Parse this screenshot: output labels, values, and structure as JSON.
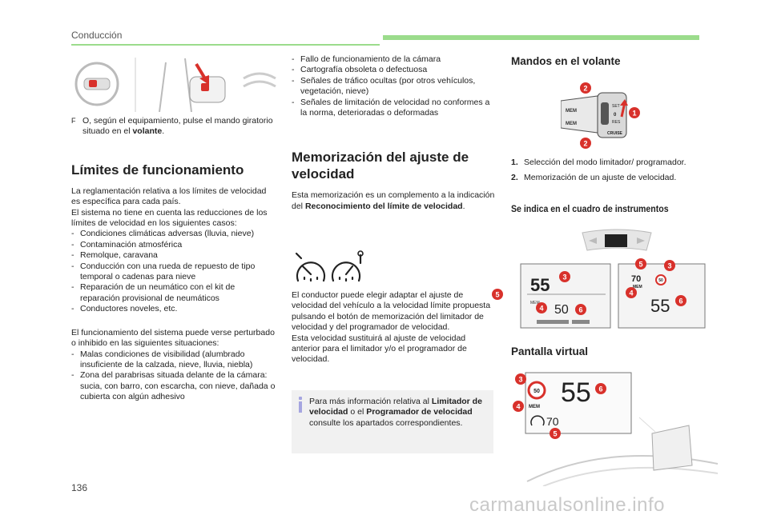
{
  "header": {
    "section": "Conducción"
  },
  "page_number": "136",
  "watermark": "carmanualsonline.info",
  "col1": {
    "bullet_pre": "O, según el equipamiento, pulse el mando giratorio situado en el ",
    "bullet_bold": "volante",
    "bullet_post": ".",
    "bullet_marker": "F",
    "title": "Límites de funcionamiento",
    "para1": "La reglamentación relativa a los límites de velocidad es específica para cada país.",
    "para2": "El sistema no tiene en cuenta las reducciones de los límites de velocidad en los siguientes casos:",
    "list1": [
      "Condiciones climáticas adversas (lluvia, nieve)",
      "Contaminación atmosférica",
      "Remolque, caravana",
      "Conducción con una rueda de repuesto de tipo temporal o cadenas para nieve",
      "Reparación de un neumático con el kit de reparación provisional de neumáticos",
      "Conductores noveles, etc."
    ],
    "para3": "El funcionamiento del sistema puede verse perturbado o inhibido en las siguientes situaciones:",
    "list2": [
      "Malas condiciones de visibilidad (alumbrado insuficiente de la calzada, nieve, lluvia, niebla)",
      "Zona del parabrisas situada delante de la cámara: sucia, con barro, con escarcha, con nieve, dañada o cubierta con algún adhesivo"
    ]
  },
  "col2": {
    "list": [
      "Fallo de funcionamiento de la cámara",
      "Cartografía obsoleta o defectuosa",
      "Señales de tráfico ocultas (por otros vehículos, vegetación, nieve)",
      "Señales de limitación de velocidad no conformes a la norma, deterioradas o deformadas"
    ],
    "title": "Memorización del ajuste de velocidad",
    "para1_pre": "Esta memorización es un complemento a la indicación del ",
    "para1_bold": "Reconocimiento del límite de velocidad",
    "para1_post": ".",
    "para2": "El conductor puede elegir adaptar el ajuste de velocidad del vehículo a la velocidad límite propuesta pulsando el botón de memorización del limitador de velocidad y del programador de velocidad.",
    "para3": "Esta velocidad sustituirá al ajuste de velocidad anterior para el limitador y/o el programador de velocidad."
  },
  "note": {
    "t1": "Para más información relativa al ",
    "b1": "Limitador de velocidad",
    "t2": " o el ",
    "b2": "Programador de velocidad",
    "t3": " consulte los apartados correspondientes."
  },
  "col3": {
    "title1": "Mandos en el volante",
    "items": [
      {
        "num": "1.",
        "text": "Selección del modo limitador/ programador."
      },
      {
        "num": "2.",
        "text": "Memorización de un ajuste de velocidad."
      }
    ],
    "title2": "Se indica en el cuadro de instrumentos",
    "title3": "Pantalla virtual"
  },
  "figures": {
    "stalk": {
      "labels": [
        "MEM",
        "MEM",
        "CRUISE",
        "SET",
        "RES",
        "0"
      ],
      "badges": [
        "2",
        "1",
        "2"
      ]
    },
    "cluster_left": {
      "big": "55",
      "small": "50",
      "mem": "MEM",
      "badges": [
        "3",
        "5",
        "4",
        "6"
      ]
    },
    "cluster_right": {
      "top": "70",
      "mem": "MEM",
      "sign": "50",
      "big": "55",
      "badges": [
        "5",
        "3",
        "4",
        "6"
      ]
    },
    "hud": {
      "sign": "50",
      "big": "55",
      "mem": "MEM",
      "small": "70",
      "badges": [
        "3",
        "6",
        "4",
        "5"
      ]
    }
  }
}
